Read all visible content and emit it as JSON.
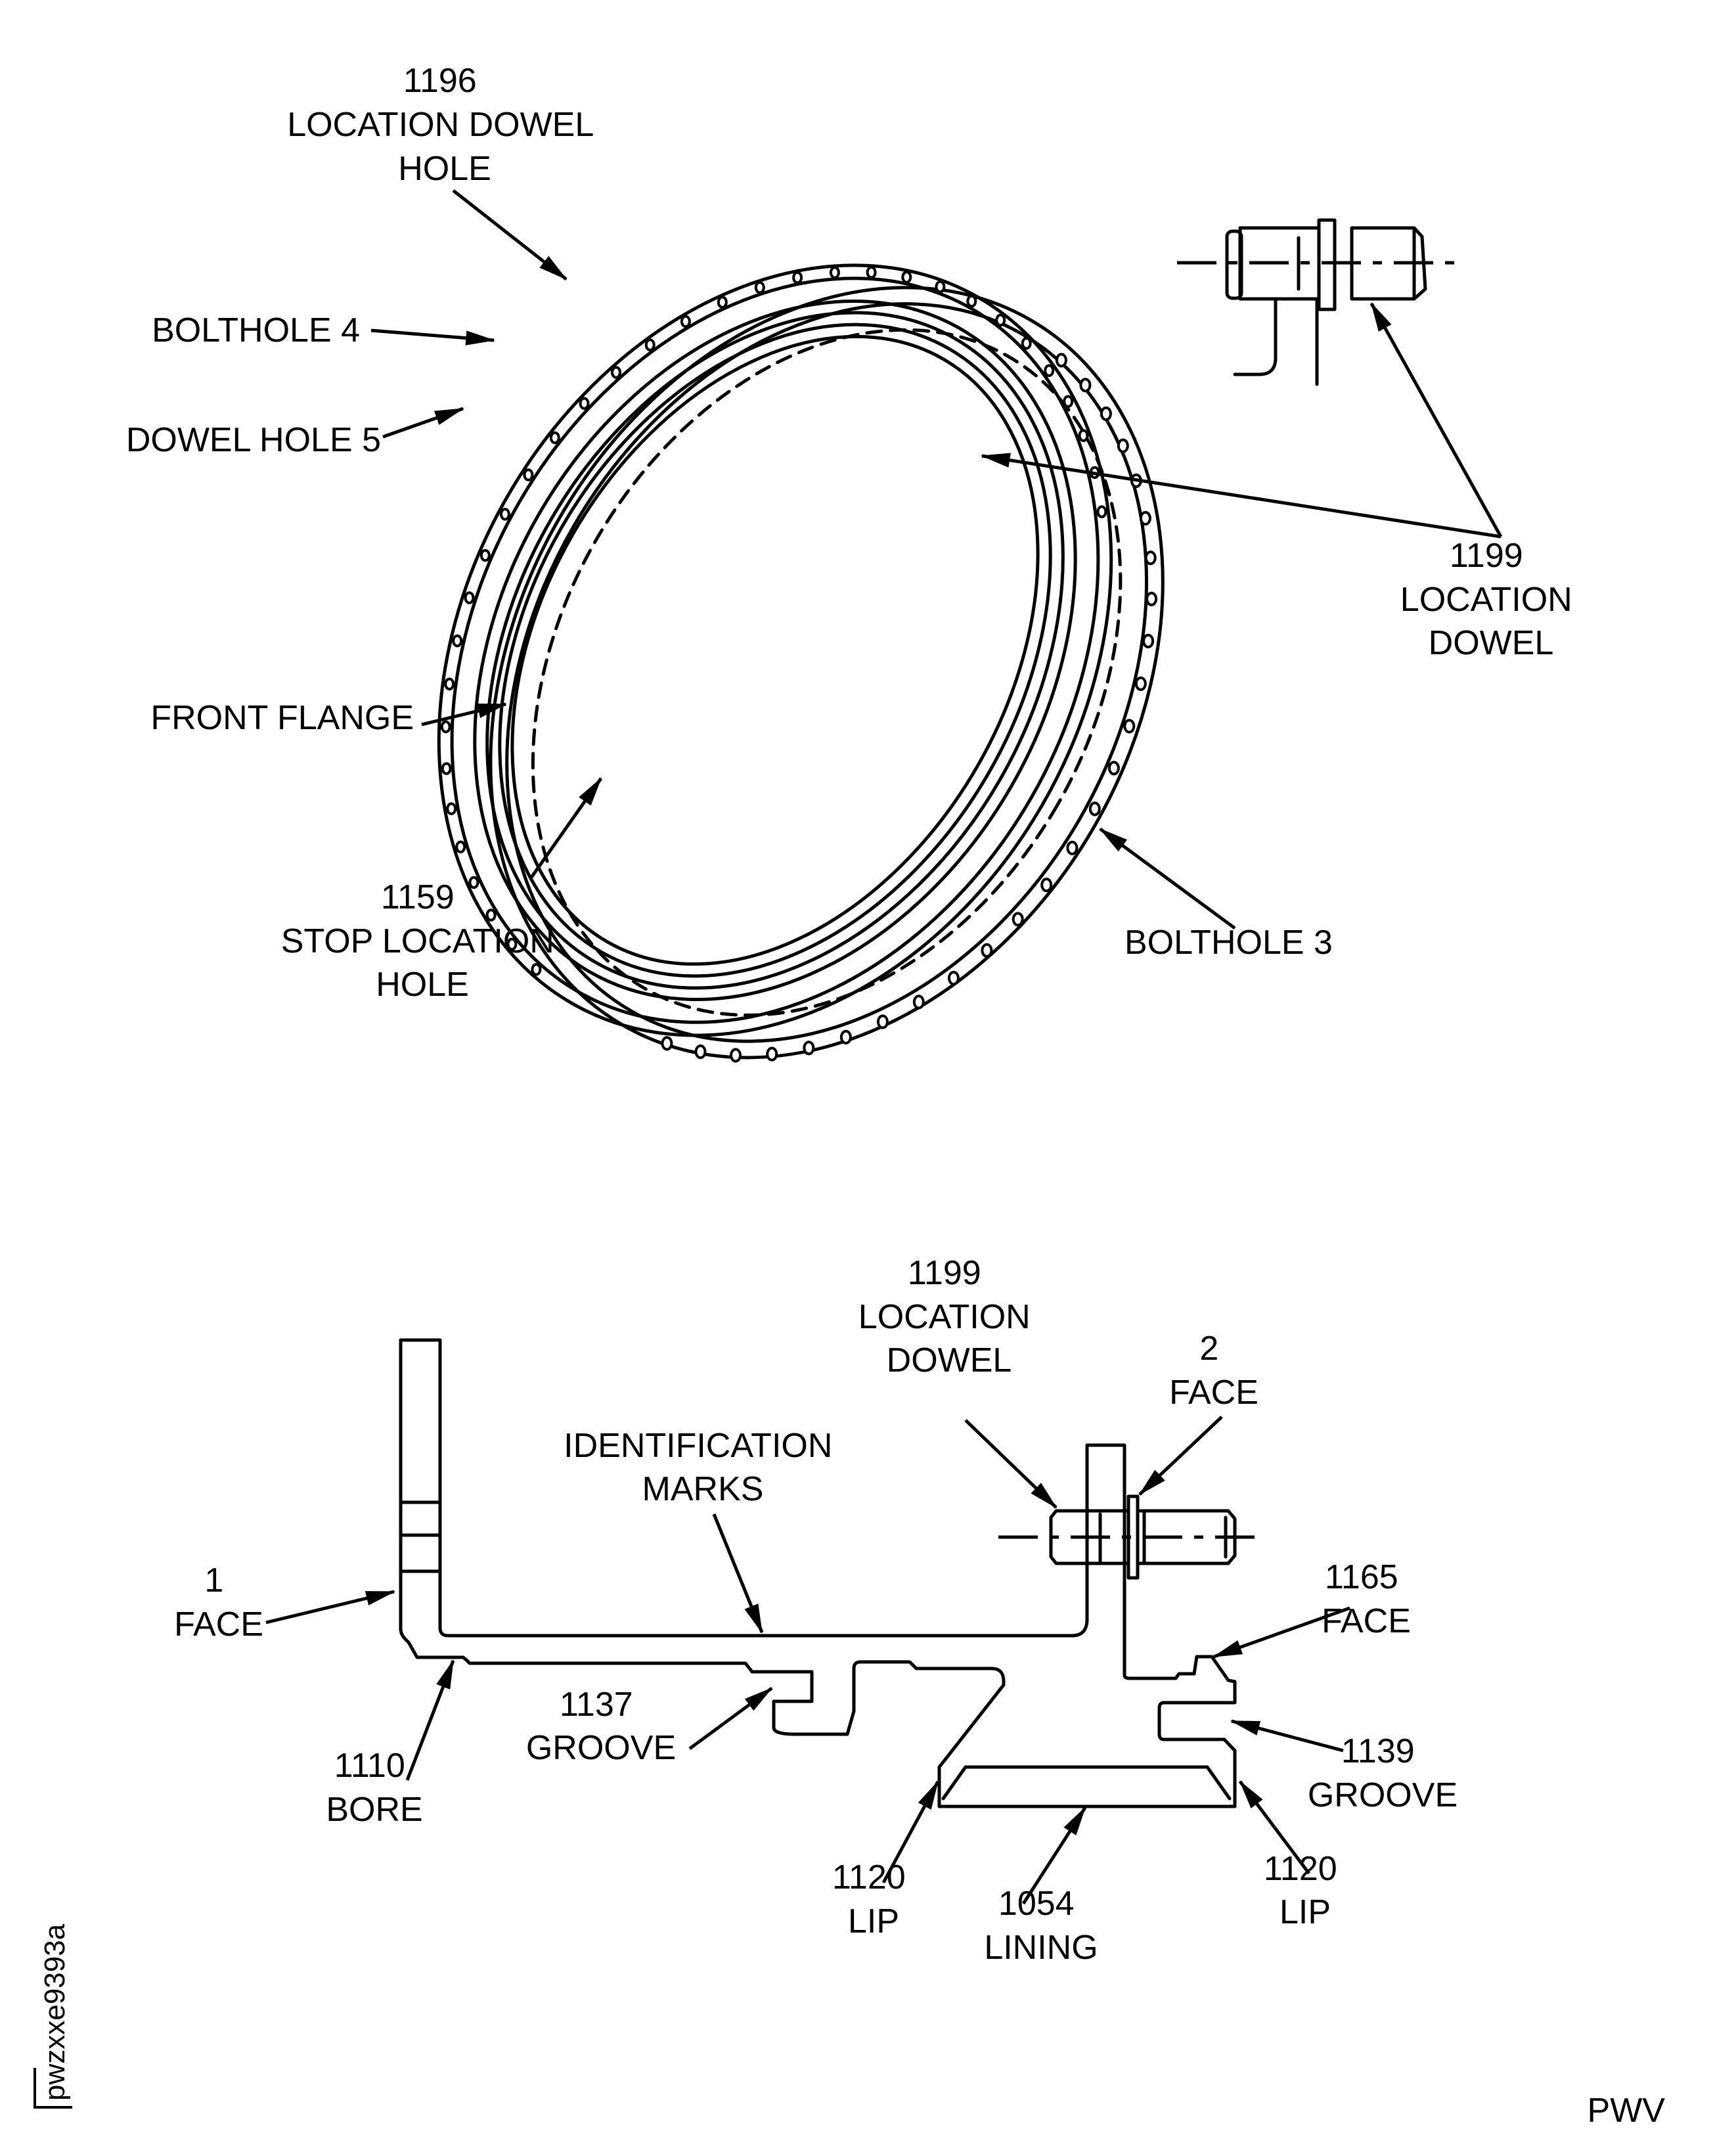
{
  "figure": {
    "code": "pwzxxe9393a",
    "sheet_mark": "PWV"
  },
  "ring_view": {
    "labels": {
      "loc_dowel_hole": [
        "1196",
        "LOCATION DOWEL",
        "HOLE"
      ],
      "bolthole_4": [
        "BOLTHOLE 4"
      ],
      "dowel_hole_5": [
        "DOWEL HOLE 5"
      ],
      "front_flange": [
        "FRONT FLANGE"
      ],
      "stop_location_hole": [
        "1159",
        "STOP LOCATION",
        "HOLE"
      ],
      "bolthole_3": [
        "BOLTHOLE 3"
      ],
      "location_dowel": [
        "1199",
        "LOCATION",
        "DOWEL"
      ]
    }
  },
  "section_view": {
    "labels": {
      "location_dowel": [
        "1199",
        "LOCATION",
        "DOWEL"
      ],
      "face_2": [
        "2",
        "FACE"
      ],
      "identification_marks": [
        "IDENTIFICATION",
        "MARKS"
      ],
      "face_1": [
        "1",
        "FACE"
      ],
      "face_1165": [
        "1165",
        "FACE"
      ],
      "bore_1110": [
        "1110",
        "BORE"
      ],
      "groove_1137": [
        "1137",
        "GROOVE"
      ],
      "groove_1139": [
        "1139",
        "GROOVE"
      ],
      "lip_left": [
        "1120",
        "LIP"
      ],
      "lining_1054": [
        "1054",
        "LINING"
      ],
      "lip_right": [
        "1120",
        "LIP"
      ]
    }
  }
}
